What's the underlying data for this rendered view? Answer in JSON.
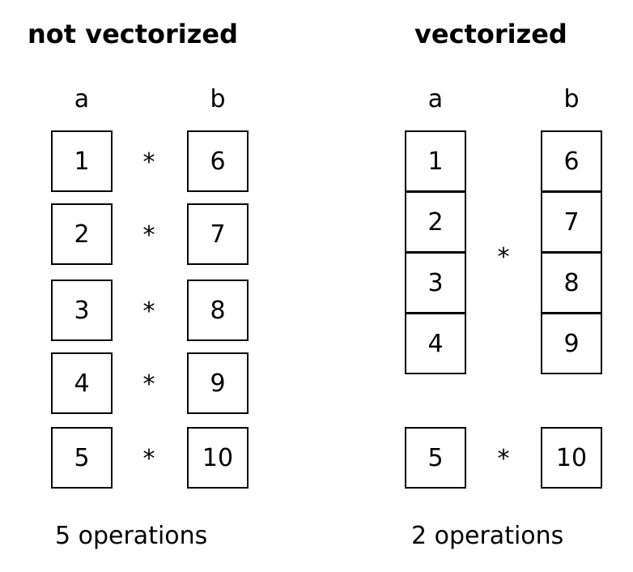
{
  "left": {
    "title": "not vectorized",
    "col_a": "a",
    "col_b": "b",
    "a": [
      "1",
      "2",
      "3",
      "4",
      "5"
    ],
    "b": [
      "6",
      "7",
      "8",
      "9",
      "10"
    ],
    "ops": [
      "*",
      "*",
      "*",
      "*",
      "*"
    ],
    "caption": "5 operations"
  },
  "right": {
    "title": "vectorized",
    "col_a": "a",
    "col_b": "b",
    "a": [
      "1",
      "2",
      "3",
      "4",
      "5"
    ],
    "b": [
      "6",
      "7",
      "8",
      "9",
      "10"
    ],
    "op_group": "*",
    "op_single": "*",
    "caption": "2 operations"
  }
}
